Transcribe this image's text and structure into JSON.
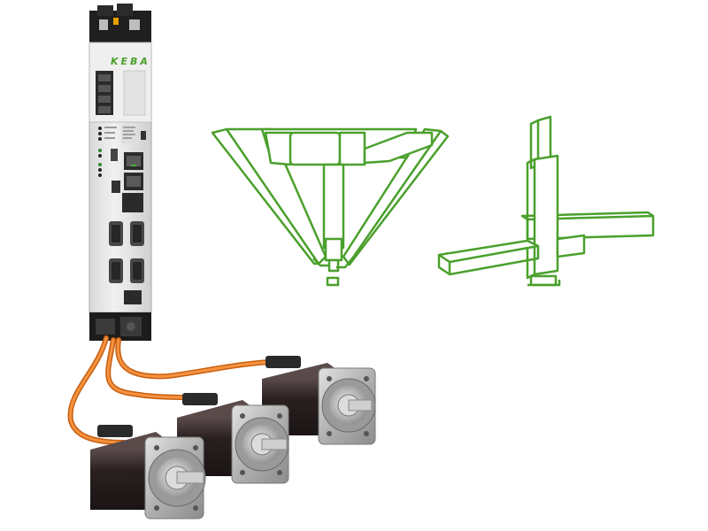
{
  "drive": {
    "brand_logo_text": "KEBA"
  },
  "colors": {
    "accent_green": "#4aa02c",
    "cable_orange": "#f07a1a",
    "motor_body": "#2a2424",
    "flange_metal": "#b9b9b9",
    "drive_body": "#e6e6e6",
    "drive_top": "#1f1f1f"
  },
  "illustrations": {
    "left": "delta-robot-outline",
    "right": "cartesian-gantry-robot-outline"
  },
  "motors": {
    "count": 3
  }
}
